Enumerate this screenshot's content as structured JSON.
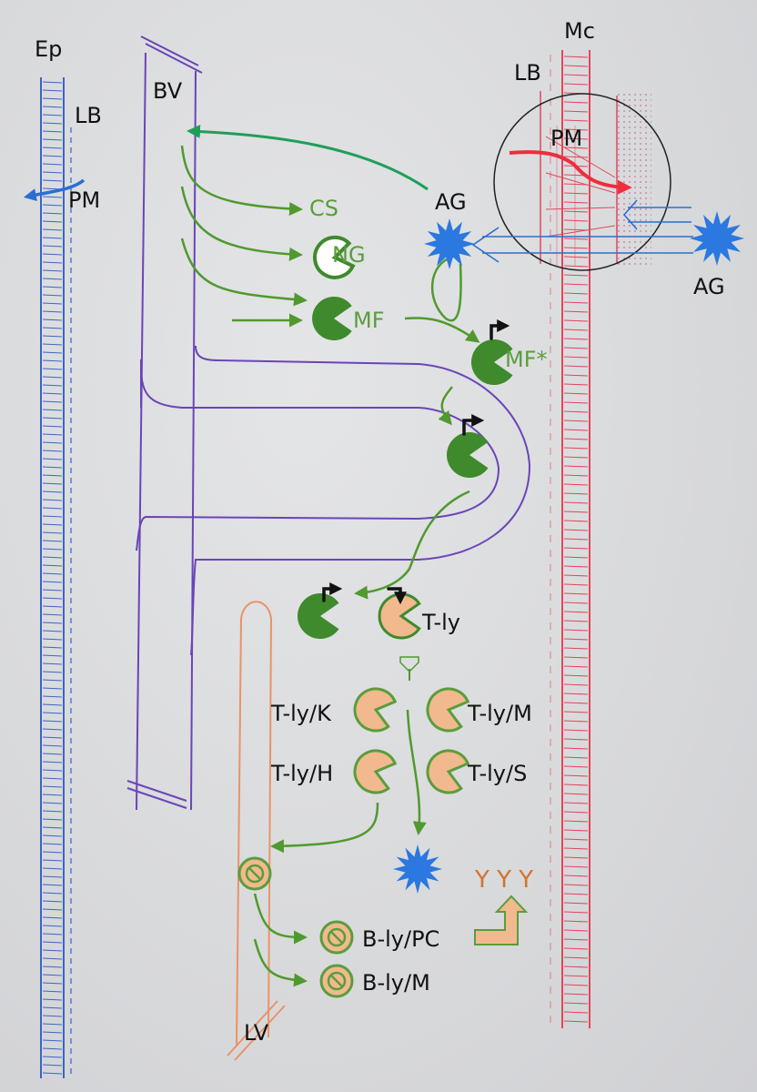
{
  "colors": {
    "epithelium": "#3a64c8",
    "mucosa": "#e0485a",
    "vessel": "#6a45b8",
    "lymph": "#e9936a",
    "green_arrow": "#4f9a2e",
    "green_cell": "#3f8a2c",
    "green_label": "#5a9d3c",
    "t_cell_fill": "#f2b98e",
    "antigen": "#2a78e0",
    "pathogen_arrow": "#ee2d3d",
    "antibody": "#d2732e",
    "ink": "#111111"
  },
  "labels": {
    "ep": "Ep",
    "lb_left": "LB",
    "pm_left": "PM",
    "bv": "BV",
    "mc": "Mc",
    "lb_right": "LB",
    "pm_circle": "PM",
    "ag_top": "AG",
    "ag_right": "AG",
    "cs": "CS",
    "ng": "NG",
    "mf": "MF",
    "mf_star": "MF*",
    "t_ly": "T-ly",
    "t_ly_k": "T-ly/K",
    "t_ly_m": "T-ly/M",
    "t_ly_h": "T-ly/H",
    "t_ly_s": "T-ly/S",
    "b_ly_pc": "B-ly/PC",
    "b_ly_m": "B-ly/M",
    "antibodies": "Y Y Y",
    "lv": "LV"
  },
  "icons": {
    "antigen": "starburst-antigen-icon",
    "pacman_cell": "pacman-cell-icon",
    "activation": "bent-arrow-icon",
    "b_cell": "prohibited-b-cell-icon"
  }
}
